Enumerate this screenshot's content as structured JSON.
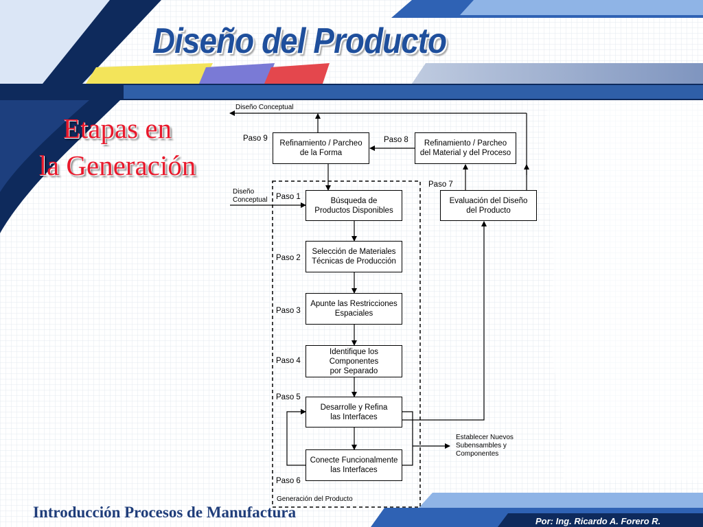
{
  "slide": {
    "title": "Diseño del Producto",
    "subtitle_line1": "Etapas en",
    "subtitle_line2": "la Generación",
    "footer_left": "Introducción Procesos de Manufactura",
    "footer_right": "Por: Ing. Ricardo A. Forero R."
  },
  "colors": {
    "title_blue": "#1f4f9c",
    "subtitle_red": "#e8192c",
    "navy": "#0e2a5c",
    "mid_blue": "#2f62b4",
    "light_blue": "#8fb4e6",
    "yellow_band": "#f3e45a",
    "purple_band": "#7a7ad6",
    "red_band": "#e4474d"
  },
  "diagram": {
    "top_label": "Diseño Conceptual",
    "input_label": "Diseño\nConceptual",
    "group_label": "Generación del Producto",
    "output_label": "Establecer Nuevos\nSubensambles y\nComponentes",
    "steps": {
      "paso1": "Paso 1",
      "paso2": "Paso 2",
      "paso3": "Paso 3",
      "paso4": "Paso 4",
      "paso5": "Paso 5",
      "paso6": "Paso 6",
      "paso7": "Paso 7",
      "paso8": "Paso 8",
      "paso9": "Paso 9"
    },
    "boxes": {
      "refinamiento_forma": "Refinamiento / Parcheo\nde la Forma",
      "refinamiento_material": "Refinamiento  / Parcheo\ndel Material y del Proceso",
      "busqueda": "Búsqueda de\nProductos Disponibles",
      "seleccion": "Selección de Materiales\nTécnicas de Producción",
      "apunte": "Apunte las Restricciones\nEspaciales",
      "identifique": "Identifique los\nComponentes\npor Separado",
      "desarrolle": "Desarrolle y Refina\nlas Interfaces",
      "conecte": "Conecte Funcionalmente\nlas Interfaces",
      "evaluacion": "Evaluación del Diseño\ndel Producto"
    }
  }
}
